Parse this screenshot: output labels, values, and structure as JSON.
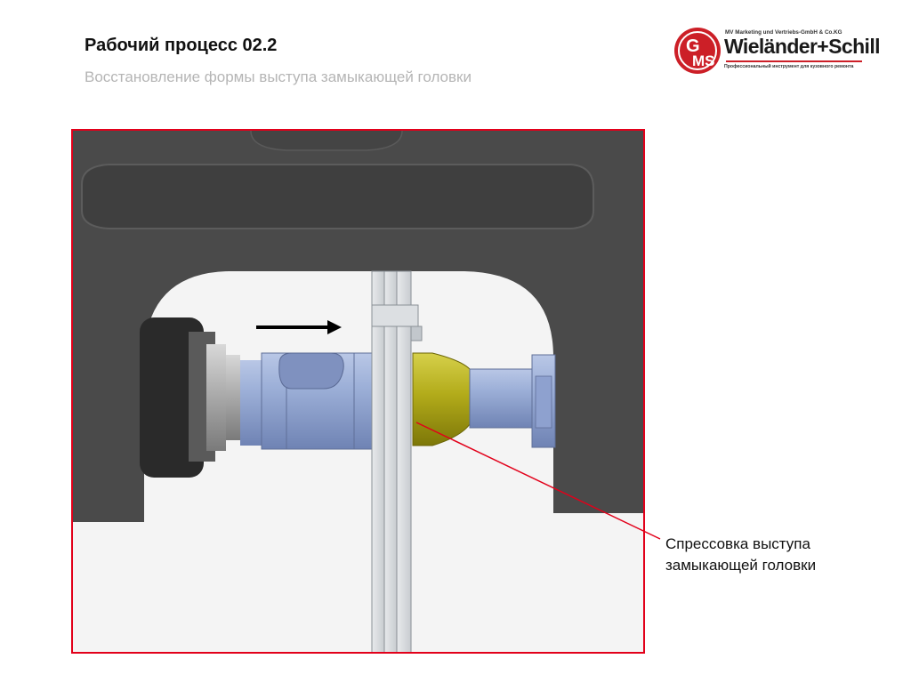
{
  "header": {
    "title": "Рабочий процесс 02.2",
    "subtitle": "Восстановление формы выступа замыкающей головки"
  },
  "logo": {
    "tagline": "MV Marketing und Vertriebs-GmbH & Co.KG",
    "name": "Wieländer+Schill",
    "description": "Профессиональный инструмент для кузовного ремонта",
    "mark_letters": "GMS",
    "brand_color": "#cc1f27"
  },
  "figure": {
    "frame_color": "#e2001a",
    "callout": {
      "line1": "Спрессовка выступа",
      "line2": "замыкающей головки",
      "line_color": "#e2001a"
    },
    "arrow_icon": "right-arrow-icon"
  }
}
